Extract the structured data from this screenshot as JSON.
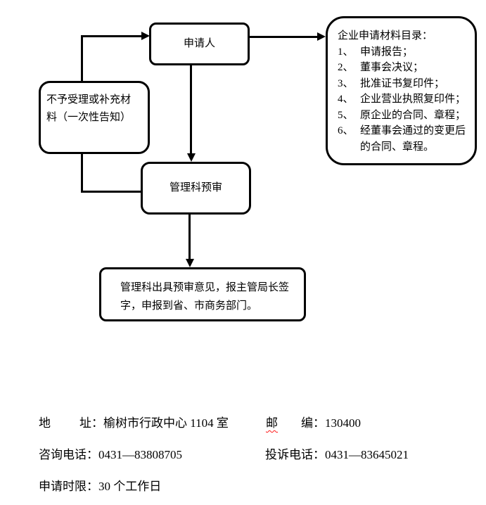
{
  "flowchart": {
    "applicant": {
      "label": "申请人"
    },
    "reject": {
      "label": "不予受理或补充材\n料（一次性告知）"
    },
    "review": {
      "label": "管理科预审"
    },
    "final": {
      "label": "管理科出具预审意见，报主管局长签\n字，申报到省、市商务部门。"
    },
    "materials": {
      "title": "企业申请材料目录：",
      "items": [
        {
          "num": "1、",
          "text": "申请报告；"
        },
        {
          "num": "2、",
          "text": "董事会决议；"
        },
        {
          "num": "3、",
          "text": "批准证书复印件；"
        },
        {
          "num": "4、",
          "text": "企业营业执照复印件；"
        },
        {
          "num": "5、",
          "text": "原企业的合同、章程；"
        },
        {
          "num": "6、",
          "text": "经董事会通过的变更后\n的合同、章程。"
        }
      ]
    }
  },
  "footer": {
    "address_label": "地",
    "address_value": "址：榆树市行政中心 1104 室",
    "postal_label": "邮",
    "postal_value": "编：130400",
    "consult_phone": "咨询电话：0431—83808705",
    "complaint_phone": "投诉电话：0431—83645021",
    "time_limit": "申请时限：30 个工作日"
  },
  "colors": {
    "line": "#000000",
    "background": "#ffffff",
    "spellcheck_underline": "#ff1a1a"
  }
}
